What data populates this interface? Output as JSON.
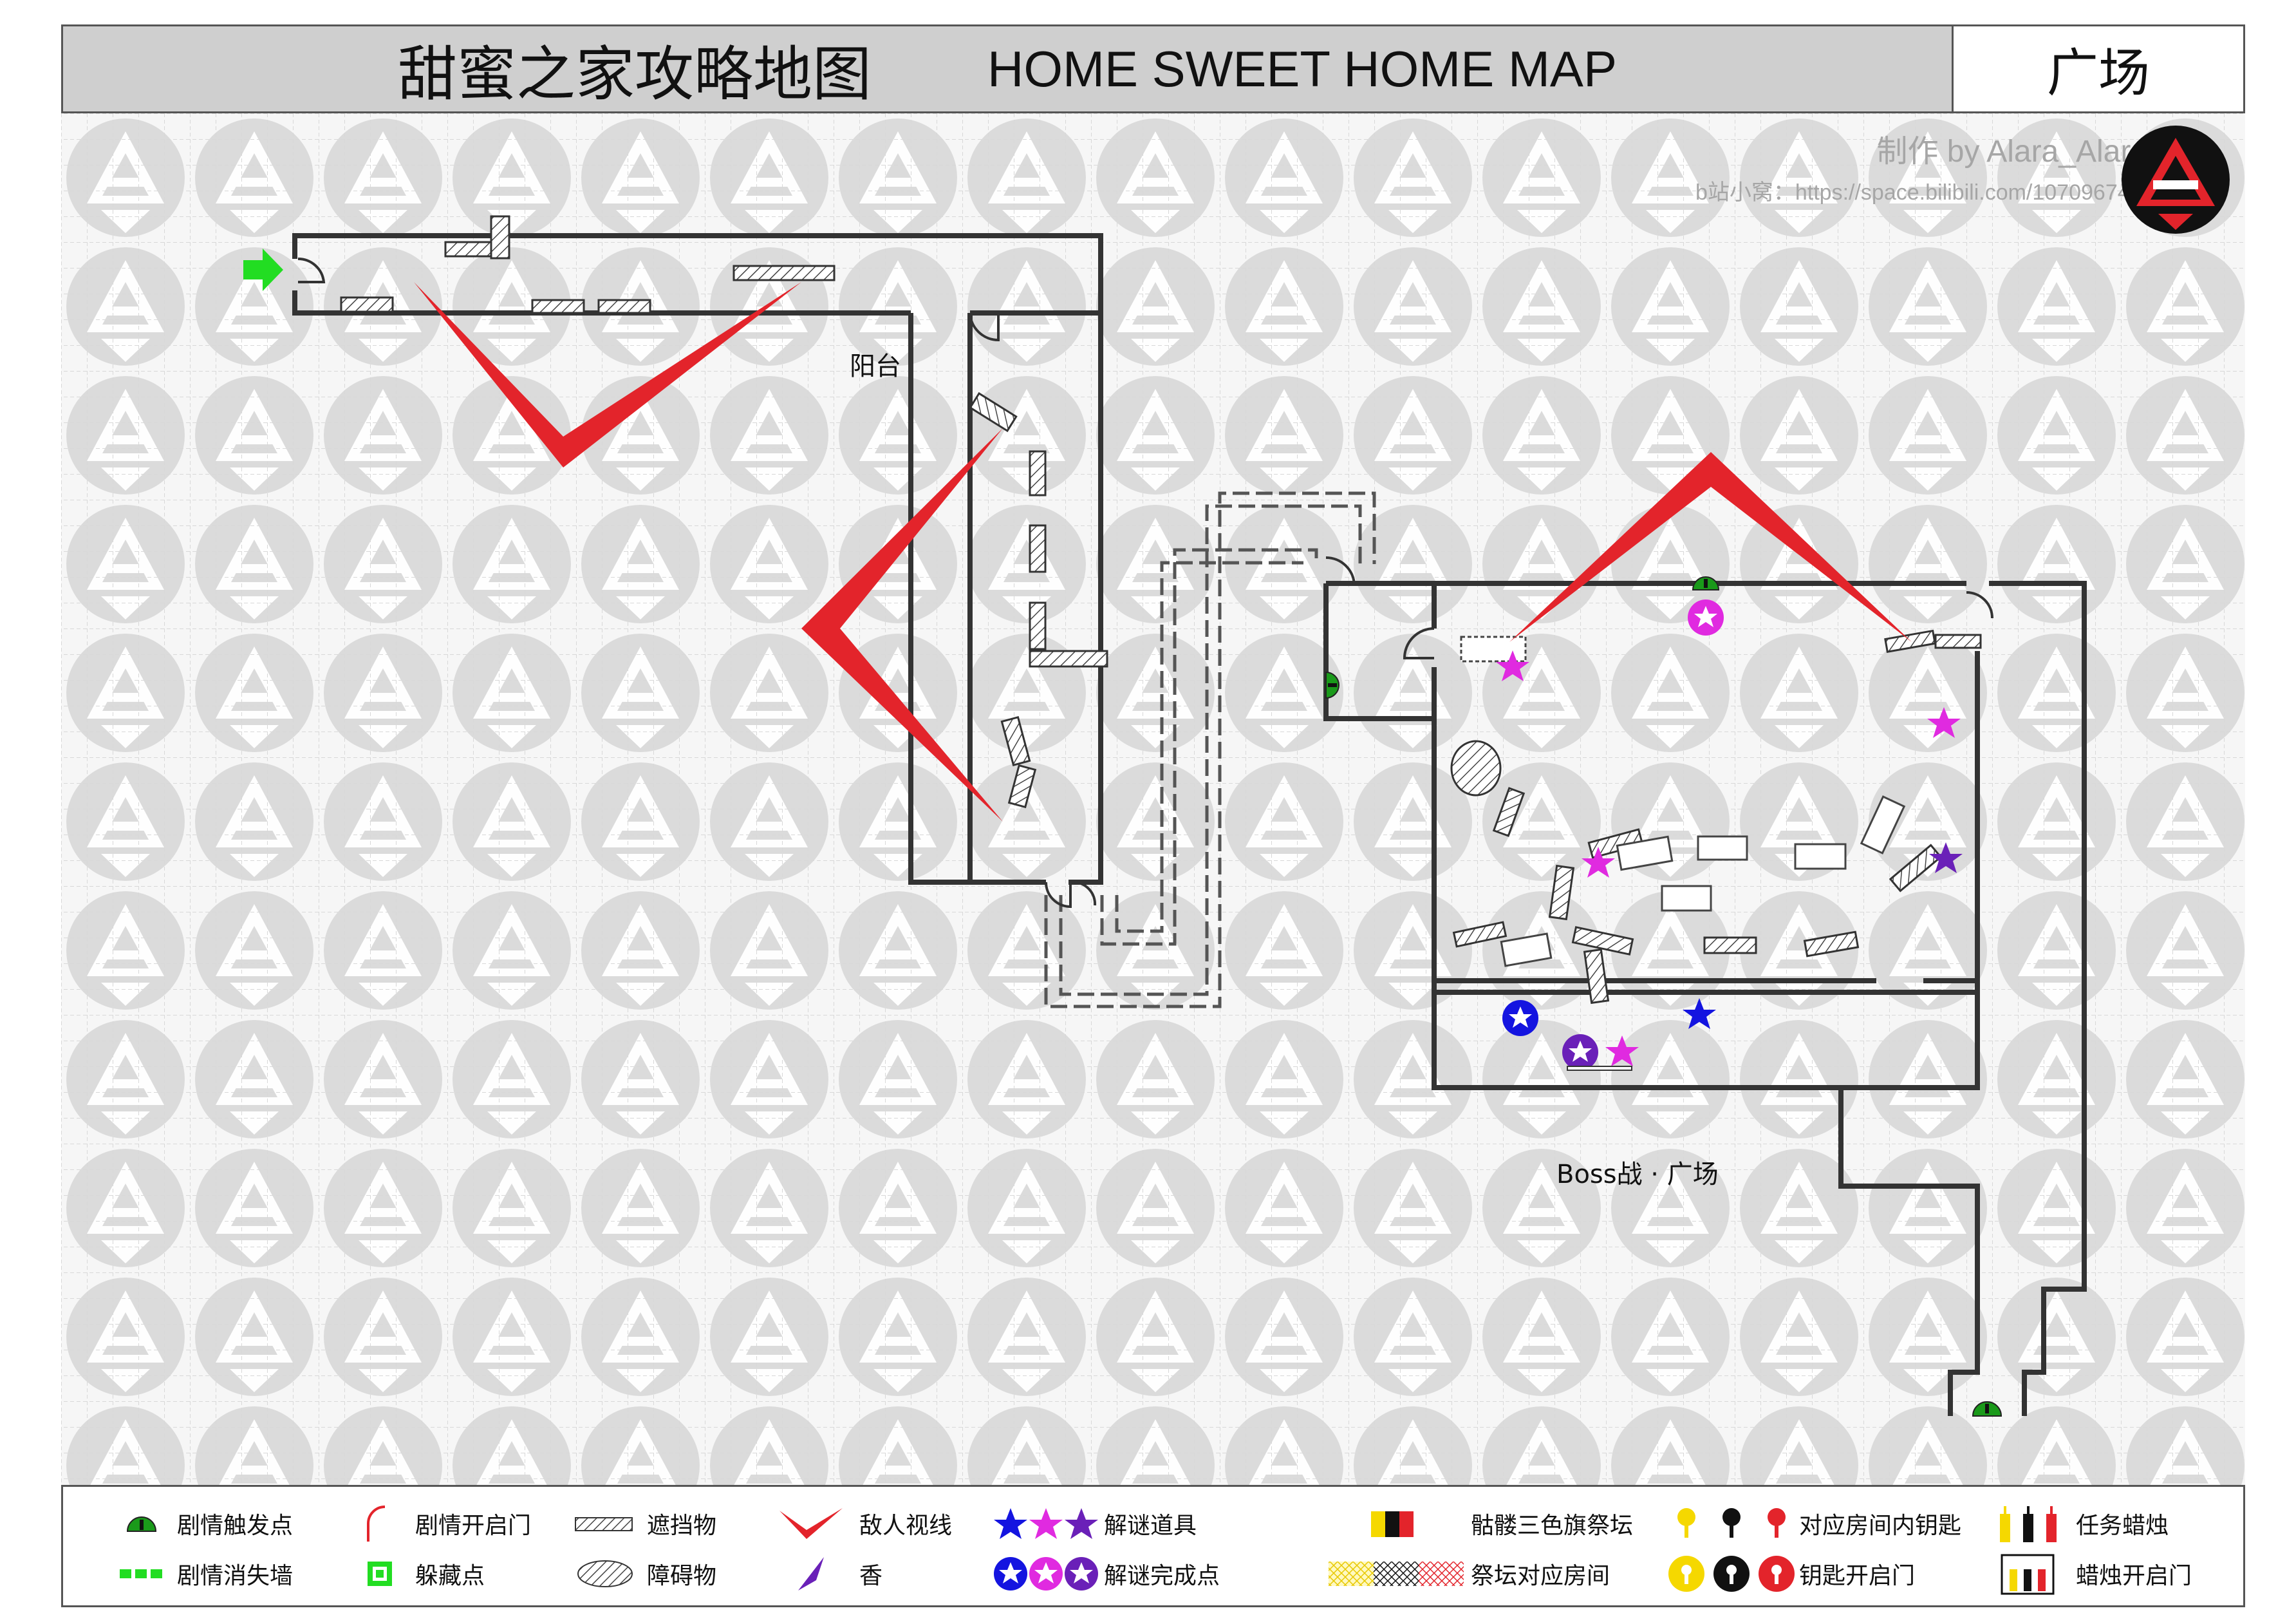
{
  "header": {
    "title_cn": "甜蜜之家攻略地图",
    "title_en": "HOME SWEET HOME MAP",
    "region": "广场"
  },
  "credit": {
    "author": "制作 by Alara_Alara",
    "link": "b站小窝：https://space.bilibili.com/107096749/"
  },
  "map_labels": {
    "balcony": "阳台",
    "boss_area": "Boss战 · 广场"
  },
  "colors": {
    "sightline": "#e3242b",
    "wall": "#333333",
    "entrance_arrow": "#22dd22",
    "trigger": "#1a9a1a",
    "star_blue": "#1414e0",
    "star_magenta": "#e02ae0",
    "star_purple": "#6a20b8",
    "grid": "#d8d8d8",
    "watermark": "#d0d0d0"
  },
  "legend": [
    {
      "label": "剧情触发点",
      "icon": "story-trigger-icon"
    },
    {
      "label": "剧情开启门",
      "icon": "story-door-icon"
    },
    {
      "label": "遮挡物",
      "icon": "cover-icon"
    },
    {
      "label": "敌人视线",
      "icon": "enemy-sight-icon"
    },
    {
      "label": "解谜道具",
      "icon": "puzzle-item-icon"
    },
    {
      "label": "骷髅三色旗祭坛",
      "icon": "skull-flag-altar-icon"
    },
    {
      "label": "对应房间内钥匙",
      "icon": "room-key-icon"
    },
    {
      "label": "任务蜡烛",
      "icon": "quest-candle-icon"
    },
    {
      "label": "剧情消失墙",
      "icon": "vanishing-wall-icon"
    },
    {
      "label": "躲藏点",
      "icon": "hiding-spot-icon"
    },
    {
      "label": "障碍物",
      "icon": "obstacle-icon"
    },
    {
      "label": "香",
      "icon": "incense-icon"
    },
    {
      "label": "解谜完成点",
      "icon": "puzzle-done-icon"
    },
    {
      "label": "祭坛对应房间",
      "icon": "altar-room-icon"
    },
    {
      "label": "钥匙开启门",
      "icon": "key-door-icon"
    },
    {
      "label": "蜡烛开启门",
      "icon": "candle-door-icon"
    }
  ]
}
